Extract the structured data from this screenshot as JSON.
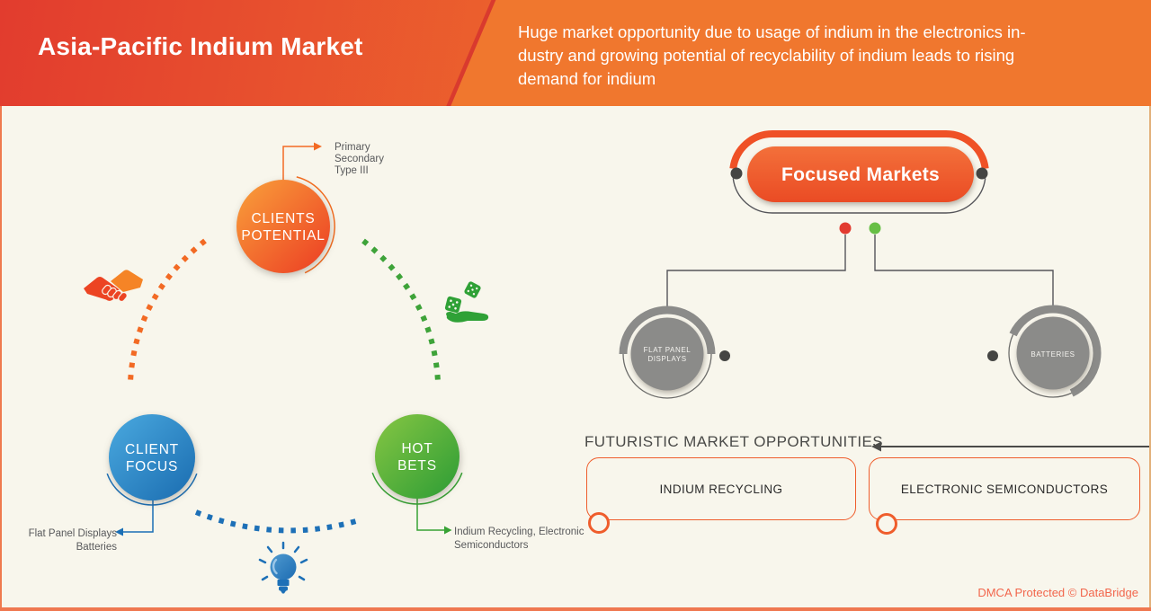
{
  "header": {
    "title": "Asia-Pacific Indium Market",
    "subtitle_lines": [
      "Huge market opportunity due to usage of indium in the electronics in-",
      "dustry and growing potential of recyclability of indium leads to rising",
      "demand for indium"
    ]
  },
  "diagram": {
    "clients_potential": {
      "label_lines": [
        "CLIENTS",
        "POTENTIAL"
      ],
      "note_lines": [
        "Primary",
        "Secondary",
        "Type III"
      ]
    },
    "client_focus": {
      "label_lines": [
        "CLIENT",
        "FOCUS"
      ],
      "note_lines": [
        "Flat Panel Displays",
        "Batteries"
      ]
    },
    "hot_bets": {
      "label_lines": [
        "HOT",
        "BETS"
      ],
      "note_lines": [
        "Indium Recycling, Electronic",
        "Semiconductors"
      ]
    },
    "icons": {
      "left": "handshake",
      "right": "hand-with-dice",
      "bottom": "lightbulb"
    }
  },
  "focused_markets": {
    "title": "Focused Markets",
    "nodes": [
      {
        "label_lines": [
          "FLAT PANEL",
          "DISPLAYS"
        ]
      },
      {
        "label_lines": [
          "BATTERIES"
        ]
      }
    ]
  },
  "futuristic": {
    "heading": "FUTURISTIC MARKET OPPORTUNITIES",
    "boxes": [
      {
        "label": "INDIUM RECYCLING"
      },
      {
        "label": "ELECTRONIC SEMICONDUCTORS"
      }
    ]
  },
  "footer": {
    "dmca": "DMCA Protected © DataBridge"
  },
  "colors": {
    "header_red": "#e23c2e",
    "header_orange": "#f0772e",
    "accent_orange": "#ef5126",
    "circle_orange": "#ee4a23",
    "circle_blue": "#1b6fb5",
    "circle_green": "#37a234",
    "node_gray": "#8b8b89",
    "dot_red": "#e23b30",
    "dot_green": "#67bf45",
    "background": "#f8f6ec"
  }
}
